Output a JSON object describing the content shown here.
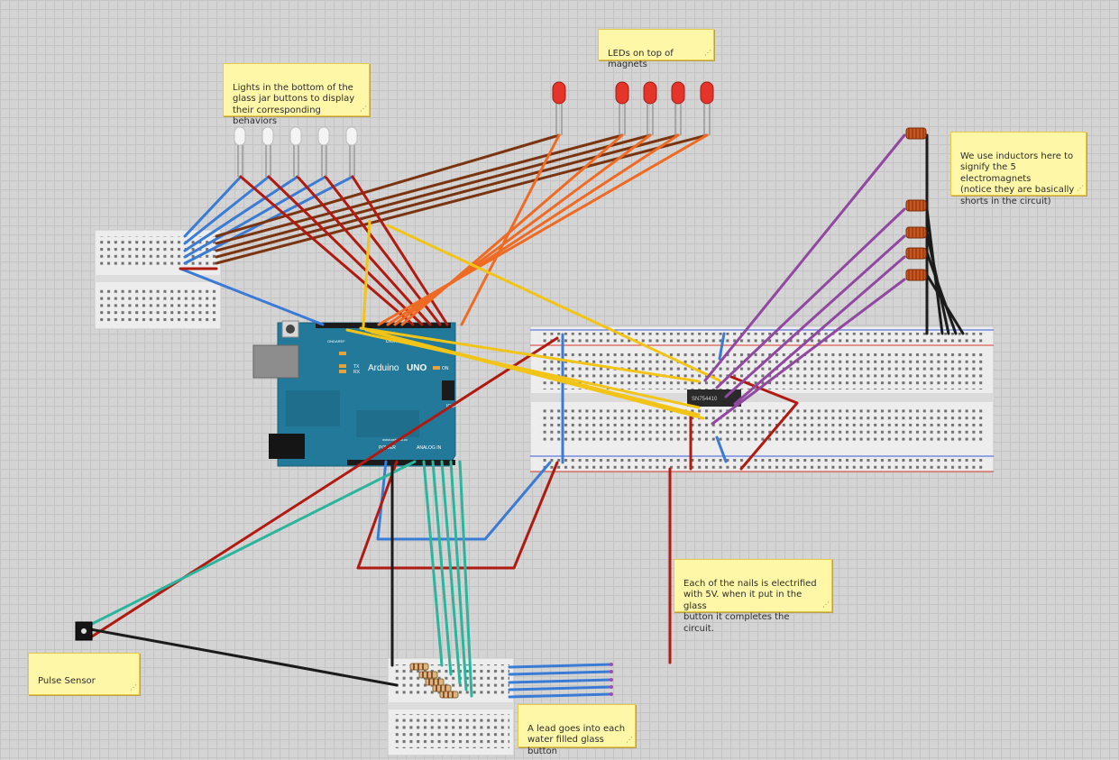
{
  "notes": {
    "lights": "Lights in the bottom of the\nglass jar buttons to display\ntheir corresponding behaviors",
    "leds": "LEDs on top of magnets",
    "inductors": "We use inductors here to\nsignify the 5 electromagnets\n(notice they are basically\nshorts in the circuit)",
    "nails": "Each of the nails is electrified\nwith 5V. when it put in the glass\nbutton it completes the circuit.",
    "pulse": "Pulse Sensor",
    "lead": "A lead goes into each\nwater filled glass button"
  },
  "arduino": {
    "name": "Arduino",
    "model": "UNO",
    "site": "www.arduino.cc",
    "power_label": "POWER",
    "analog_label": "ANALOG IN",
    "digital_label": "DIGITAL",
    "icsp_label": "ICSP",
    "on_label": "ON",
    "tx_label": "TX",
    "rx_label": "RX",
    "aref_label": "AREF",
    "gnd_label": "GND"
  },
  "chip": {
    "label": "SN754410"
  },
  "icons": {
    "note_grip": "resize-grip-icon"
  },
  "colors": {
    "wire_blue": "#3a7bd5",
    "wire_red": "#b01a10",
    "wire_brown": "#7a3410",
    "wire_orange": "#ef6a22",
    "wire_yellow": "#f2c418",
    "wire_purple": "#9048a0",
    "wire_teal": "#2bb59c",
    "wire_black": "#1b1b1b",
    "arduino_board": "#23799a",
    "note_bg": "#fff7a8"
  }
}
